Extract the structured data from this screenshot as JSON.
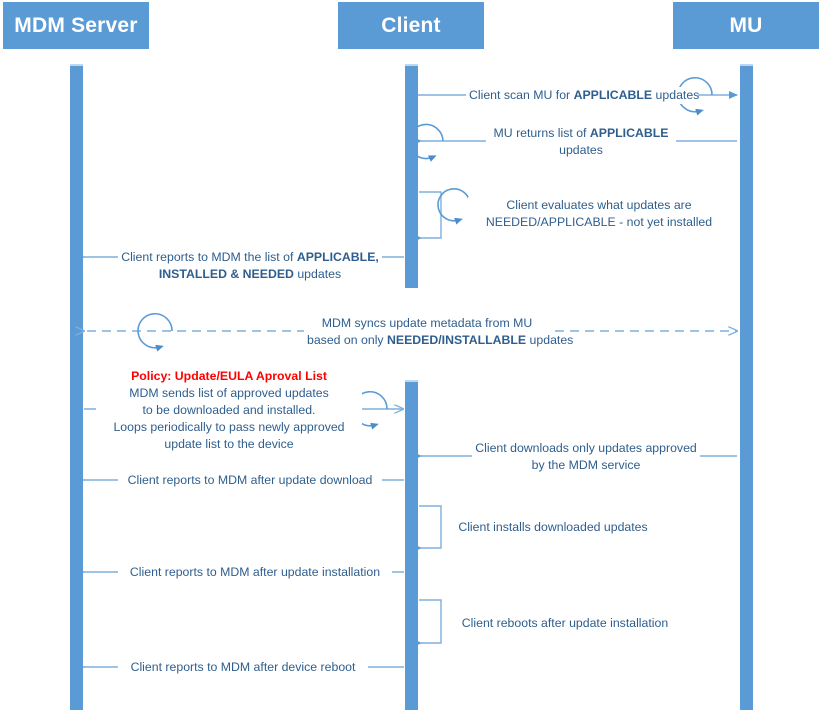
{
  "diagram": {
    "title": "MDM update sequence diagram",
    "colors": {
      "lane_fill": "#5B9BD5",
      "line": "#7FAFDD",
      "text": "#2E5E8E",
      "policy_text": "#FF0000",
      "background": "#FFFFFF"
    },
    "lanes": [
      {
        "id": "mdm",
        "label": "MDM Server"
      },
      {
        "id": "client",
        "label": "Client"
      },
      {
        "id": "mu",
        "label": "MU"
      }
    ],
    "messages": [
      {
        "id": "m1",
        "from": "client",
        "to": "mu",
        "style": "solid",
        "loop": true,
        "lines": [
          [
            {
              "t": "Client scan MU for ",
              "b": false
            },
            {
              "t": "APPLICABLE",
              "b": true
            },
            {
              "t": " updates",
              "b": false
            }
          ]
        ]
      },
      {
        "id": "m2",
        "from": "mu",
        "to": "client",
        "style": "solid",
        "loop": true,
        "lines": [
          [
            {
              "t": "MU returns list of ",
              "b": false
            },
            {
              "t": "APPLICABLE",
              "b": true
            }
          ],
          [
            {
              "t": "updates",
              "b": false
            }
          ]
        ]
      },
      {
        "id": "m3",
        "from": "client",
        "to": "client",
        "style": "self",
        "loop": true,
        "lines": [
          [
            {
              "t": "Client evaluates what updates are",
              "b": false
            }
          ],
          [
            {
              "t": "NEEDED/APPLICABLE - not yet installed",
              "b": false
            }
          ]
        ]
      },
      {
        "id": "m4",
        "from": "client",
        "to": "mdm",
        "style": "solid",
        "loop": false,
        "lines": [
          [
            {
              "t": "Client reports to MDM the list of ",
              "b": false
            },
            {
              "t": "APPLICABLE,",
              "b": true
            }
          ],
          [
            {
              "t": "INSTALLED & NEEDED",
              "b": true
            },
            {
              "t": " updates",
              "b": false
            }
          ]
        ]
      },
      {
        "id": "m5",
        "from": "mdm",
        "to": "mu",
        "style": "dashed",
        "loop": true,
        "lines": [
          [
            {
              "t": "MDM syncs update metadata from MU",
              "b": false
            }
          ],
          [
            {
              "t": "based on only ",
              "b": false
            },
            {
              "t": "NEEDED/INSTALLABLE",
              "b": true
            },
            {
              "t": " updates",
              "b": false
            }
          ]
        ]
      },
      {
        "id": "m6",
        "from": "mdm",
        "to": "client",
        "style": "solid",
        "loop": true,
        "lines": [
          [
            {
              "t": "Policy: Update/EULA Aproval List",
              "b": false,
              "policy": true
            }
          ],
          [
            {
              "t": "MDM sends list of approved updates",
              "b": false
            }
          ],
          [
            {
              "t": "to be downloaded and installed.",
              "b": false
            }
          ],
          [
            {
              "t": "Loops periodically to pass newly approved",
              "b": false
            }
          ],
          [
            {
              "t": "update list to the device",
              "b": false
            }
          ]
        ]
      },
      {
        "id": "m7",
        "from": "mu",
        "to": "client",
        "style": "solid",
        "loop": false,
        "lines": [
          [
            {
              "t": "Client downloads only updates approved",
              "b": false
            }
          ],
          [
            {
              "t": "by the MDM service",
              "b": false
            }
          ]
        ]
      },
      {
        "id": "m8",
        "from": "client",
        "to": "mdm",
        "style": "solid",
        "loop": false,
        "lines": [
          [
            {
              "t": "Client reports to MDM after update download",
              "b": false
            }
          ]
        ]
      },
      {
        "id": "m9",
        "from": "client",
        "to": "client",
        "style": "self",
        "loop": false,
        "lines": [
          [
            {
              "t": "Client installs downloaded updates",
              "b": false
            }
          ]
        ]
      },
      {
        "id": "m10",
        "from": "client",
        "to": "mdm",
        "style": "solid",
        "loop": false,
        "lines": [
          [
            {
              "t": "Client reports to MDM after update installation",
              "b": false
            }
          ]
        ]
      },
      {
        "id": "m11",
        "from": "client",
        "to": "client",
        "style": "self",
        "loop": false,
        "lines": [
          [
            {
              "t": "Client reboots after update installation",
              "b": false
            }
          ]
        ]
      },
      {
        "id": "m12",
        "from": "client",
        "to": "mdm",
        "style": "solid",
        "loop": false,
        "lines": [
          [
            {
              "t": "Client reports to MDM after device reboot",
              "b": false
            }
          ]
        ]
      }
    ]
  }
}
